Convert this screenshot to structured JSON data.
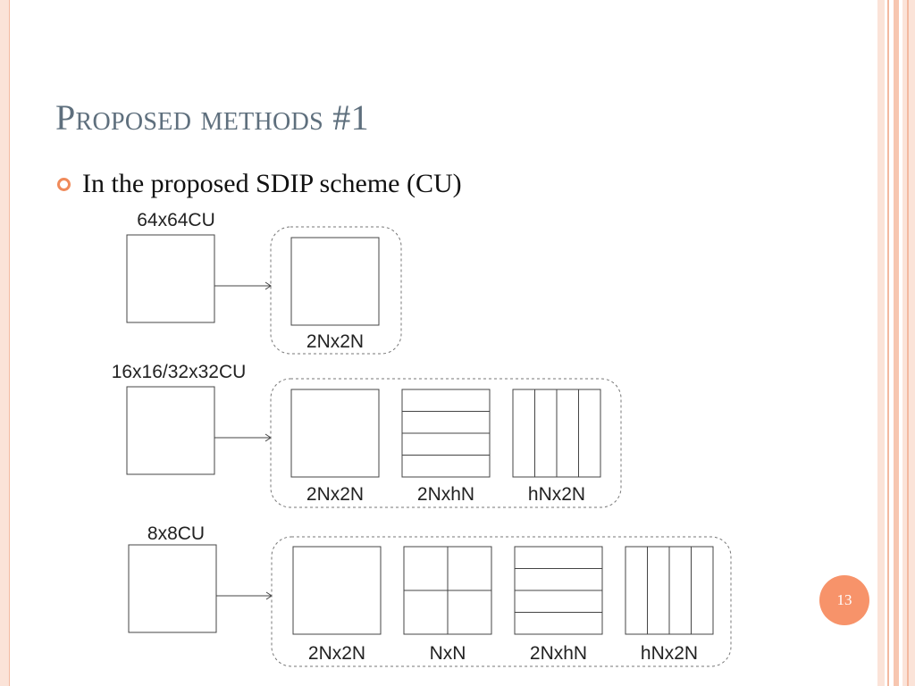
{
  "slide": {
    "title": "Proposed methods #1",
    "bullet": "In the proposed SDIP scheme (CU)",
    "page_number": "13"
  },
  "diagram": {
    "groups": [
      {
        "cu_label": "64x64CU",
        "partitions": [
          {
            "type": "2Nx2N",
            "label": "2Nx2N"
          }
        ]
      },
      {
        "cu_label": "16x16/32x32CU",
        "partitions": [
          {
            "type": "2Nx2N",
            "label": "2Nx2N"
          },
          {
            "type": "2NxhN",
            "label": "2NxhN"
          },
          {
            "type": "hNx2N",
            "label": "hNx2N"
          }
        ]
      },
      {
        "cu_label": "8x8CU",
        "partitions": [
          {
            "type": "2Nx2N",
            "label": "2Nx2N"
          },
          {
            "type": "NxN",
            "label": "NxN"
          },
          {
            "type": "2NxhN",
            "label": "2NxhN"
          },
          {
            "type": "hNx2N",
            "label": "hNx2N"
          }
        ]
      }
    ]
  },
  "colors": {
    "title": "#5e6f7d",
    "accent": "#f08a5a",
    "badge": "#f7936a",
    "frame": "#f3b9a0"
  }
}
